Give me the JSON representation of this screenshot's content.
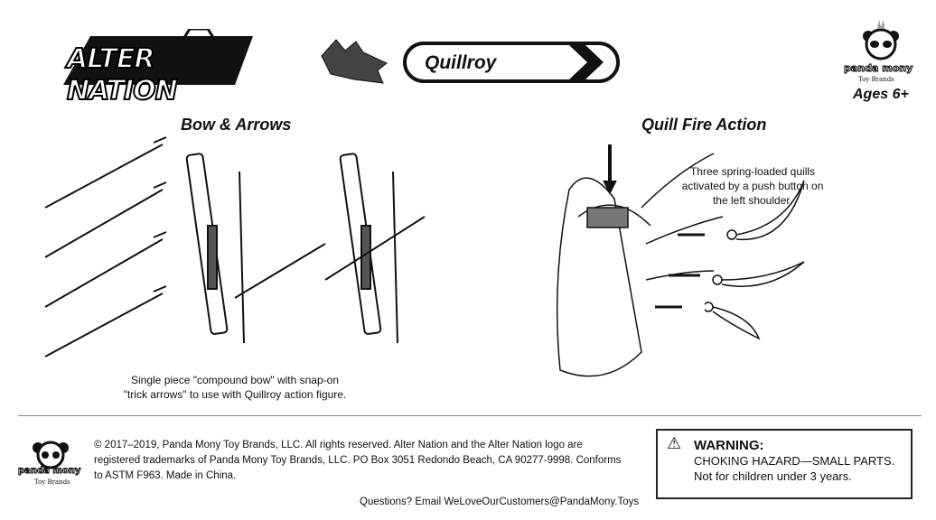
{
  "header": {
    "brand_logo": "ALTER NATION",
    "character_name": "Quillroy",
    "company_logo": "panda mony",
    "company_sub": "Toy Brands",
    "ages": "Ages 6+"
  },
  "sections": {
    "bow": {
      "title": "Bow & Arrows",
      "caption_line1": "Single piece \"compound bow\" with snap-on",
      "caption_line2": "\"trick arrows\" to use with Quillroy action figure."
    },
    "quill": {
      "title": "Quill Fire Action",
      "caption_line1": "Three spring-loaded quills",
      "caption_line2": "activated by a push button on",
      "caption_line3": "the left shoulder."
    }
  },
  "footer": {
    "legal_line1": "© 2017–2019, Panda Mony Toy Brands, LLC. All rights reserved. Alter Nation and the Alter Nation logo are",
    "legal_line2": "registered trademarks of Panda Mony Toy Brands, LLC. PO Box 3051 Redondo Beach, CA 90277-9998. Conforms",
    "legal_line3": "to ASTM F963. Made in China.",
    "contact": "Questions? Email WeLoveOurCustomers@PandaMony.Toys",
    "warning_icon": "warning-triangle-icon",
    "warning_title": "WARNING:",
    "warning_line1": "CHOKING HAZARD—SMALL PARTS.",
    "warning_line2": "Not for children under 3 years."
  }
}
